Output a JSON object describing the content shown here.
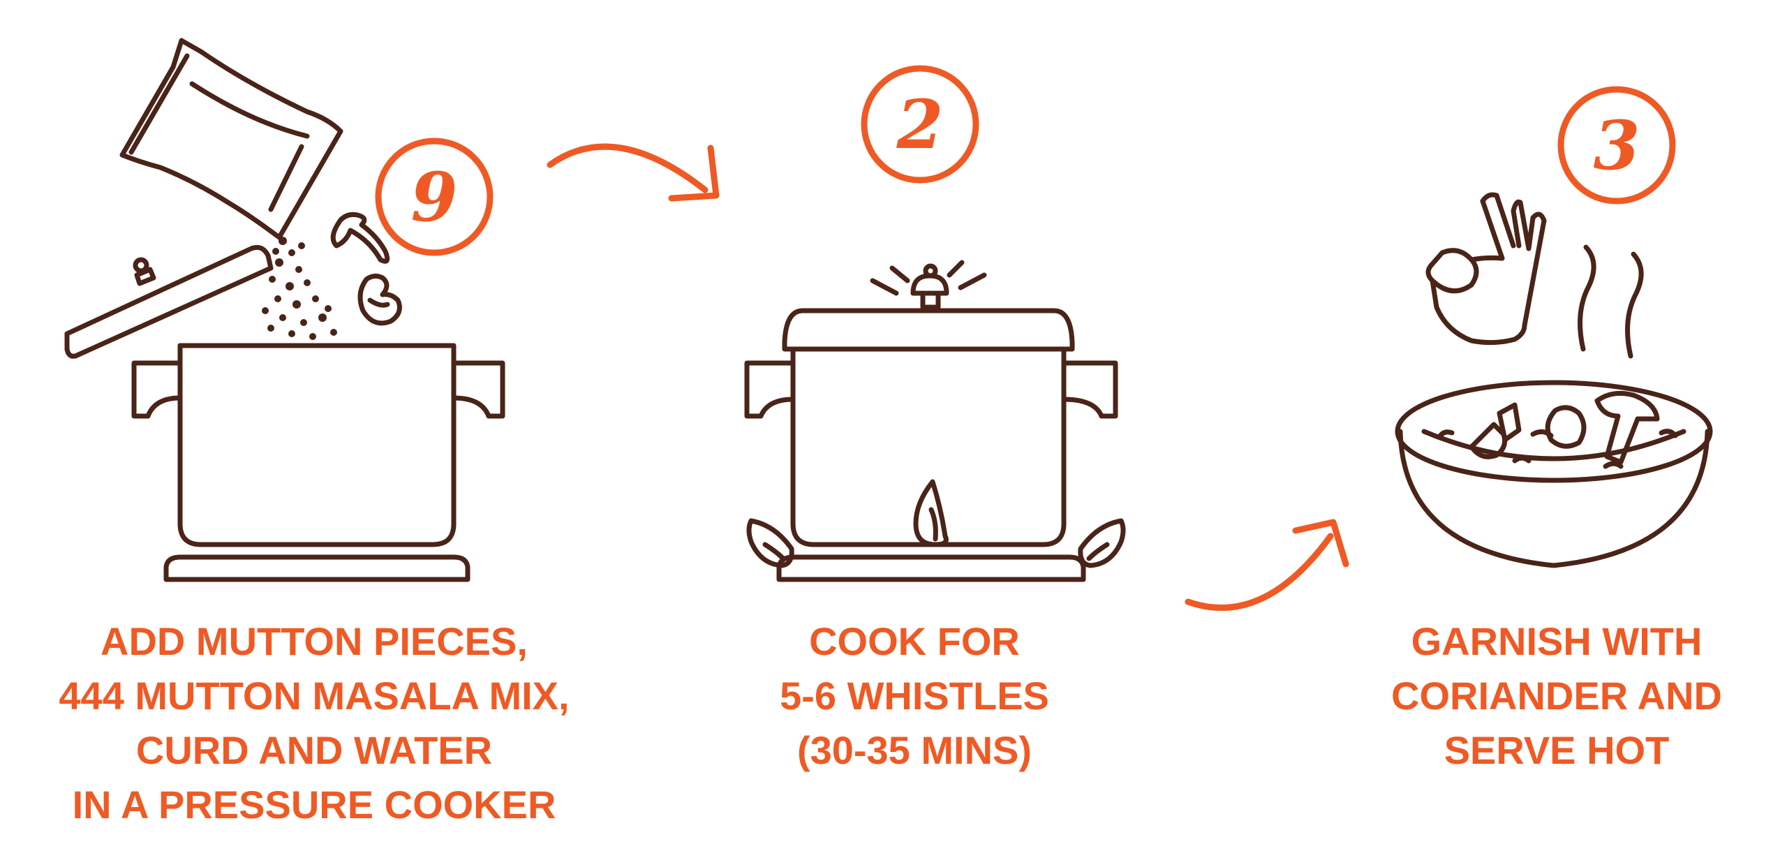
{
  "colors": {
    "accent": "#ef5a24",
    "ink": "#4a2418",
    "background": "#ffffff"
  },
  "icons": [
    "pouring-bag-icon",
    "pressure-cooker-icon",
    "mushroom-icon",
    "flame-icon",
    "ok-hand-icon",
    "steam-icon",
    "bowl-icon",
    "arrow-icon"
  ],
  "steps": [
    {
      "number": "9",
      "lines": [
        "ADD MUTTON PIECES,",
        "444 MUTTON MASALA MIX,",
        "CURD AND WATER",
        "IN A PRESSURE COOKER"
      ]
    },
    {
      "number": "2",
      "lines": [
        "COOK FOR",
        "5-6 WHISTLES",
        "(30-35 MINS)"
      ]
    },
    {
      "number": "3",
      "lines": [
        "GARNISH WITH",
        "CORIANDER AND",
        "SERVE HOT"
      ]
    }
  ]
}
